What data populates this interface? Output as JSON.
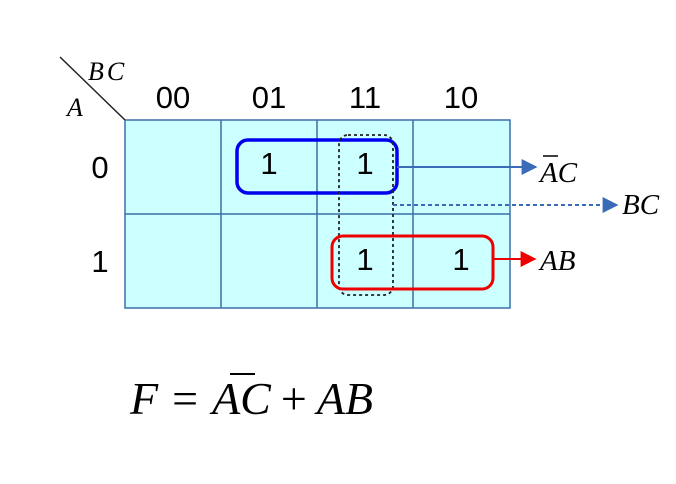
{
  "corner": {
    "col_vars": "BC",
    "row_var": "A"
  },
  "col_headers": [
    "00",
    "01",
    "11",
    "10"
  ],
  "row_headers": [
    "0",
    "1"
  ],
  "cells": [
    [
      "",
      "1",
      "1",
      ""
    ],
    [
      "",
      "",
      "1",
      "1"
    ]
  ],
  "labels": {
    "ac_bar": "A",
    "ac_rest": "C",
    "bc": "BC",
    "ab": "AB"
  },
  "equation": {
    "lhs": "F",
    "eq": "=",
    "term1_bar": "A",
    "term1_rest": "C",
    "plus": "+",
    "term2": "AB"
  },
  "colors": {
    "cell_fill": "#ccffff",
    "grid": "#3d6fa8",
    "group_blue": "#0000ee",
    "group_red": "#ee0000",
    "group_dotted": "#222222",
    "arrow_blue": "#3a6bb8",
    "arrow_red": "#ee0000"
  }
}
